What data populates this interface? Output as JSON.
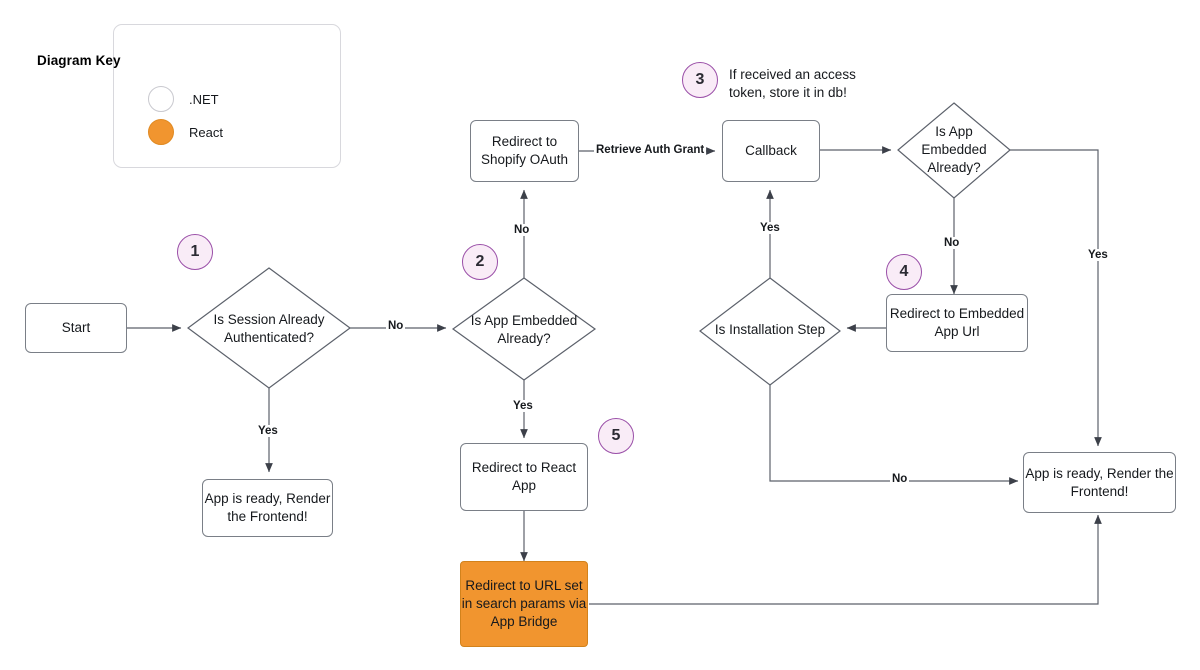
{
  "legend": {
    "title": "Diagram Key",
    "items": [
      {
        "label": ".NET",
        "swatch": "white-circle",
        "color": "#FFFFFF"
      },
      {
        "label": "React",
        "swatch": "orange-circle",
        "color": "#F1952F"
      }
    ]
  },
  "badges": [
    {
      "n": "1"
    },
    {
      "n": "2"
    },
    {
      "n": "3"
    },
    {
      "n": "4"
    },
    {
      "n": "5"
    }
  ],
  "notes": [
    {
      "id": "note-3",
      "text": "If received an access\ntoken, store it in db!"
    }
  ],
  "nodes": {
    "start": "Start",
    "is_session_authenticated": "Is Session Already Authenticated?",
    "app_ready_left": "App is ready, Render the Frontend!",
    "redirect_shopify_oauth": "Redirect to Shopify OAuth",
    "is_app_embedded_2": "Is App Embedded Already?",
    "redirect_react_app": "Redirect to React App",
    "redirect_url_app_bridge": "Redirect to URL set in search params via App Bridge",
    "callback": "Callback",
    "is_app_embedded_3": "Is App Embedded Already?",
    "redirect_embedded_app_url": "Redirect to Embedded App Url",
    "is_installation_step": "Is Installation Step",
    "app_ready_right": "App is ready, Render the Frontend!"
  },
  "edge_labels": {
    "session_no": "No",
    "session_yes": "Yes",
    "embedded2_no": "No",
    "embedded2_yes": "Yes",
    "retrieve_auth_grant": "Retrieve Auth Grant",
    "embedded3_no": "No",
    "embedded3_yes": "Yes",
    "install_yes": "Yes",
    "install_no": "No"
  },
  "colors": {
    "react_fill": "#F1952F",
    "node_stroke": "#7A7F87",
    "badge_fill": "#F9ECF7",
    "badge_stroke": "#9A4FA8",
    "text": "#16191D",
    "background": "#FFFFFF"
  }
}
